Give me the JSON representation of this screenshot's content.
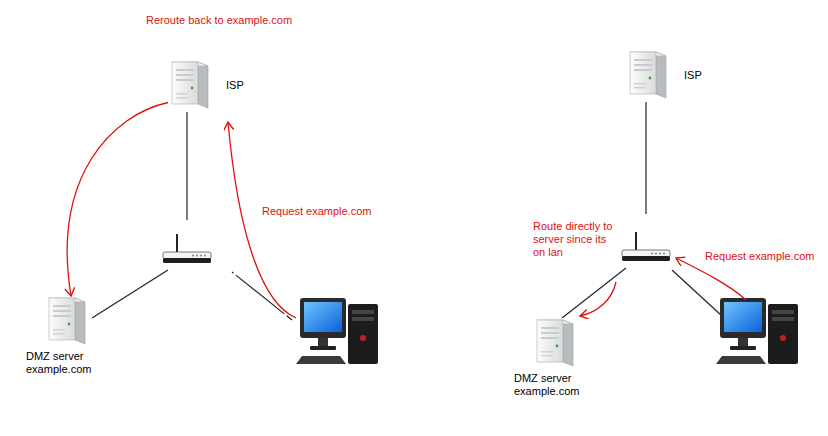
{
  "diagram": {
    "nodes": [
      {
        "text": [
          "ISP"
        ]
      },
      {
        "text": [
          "DMZ server example.com"
        ]
      },
      {
        "text": [
          "ISP"
        ]
      },
      {
        "text": [
          "DMZ server example.com"
        ]
      }
    ],
    "edges": [
      {
        "from": 0,
        "to": 1,
        "arrow": "to"
      }
    ],
    "labels": [
      "Reroute back to example.com",
      "Request example.com",
      "Route directly to server since its on lan",
      "Request example.com"
    ]
  }
}
